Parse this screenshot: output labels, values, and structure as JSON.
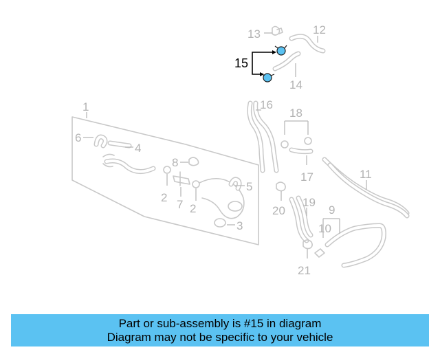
{
  "diagram": {
    "callouts": {
      "c1": "1",
      "c2a": "2",
      "c2b": "2",
      "c3": "3",
      "c4": "4",
      "c5": "5",
      "c6": "6",
      "c7": "7",
      "c8": "8",
      "c9": "9",
      "c10": "10",
      "c11": "11",
      "c12": "12",
      "c13": "13",
      "c14": "14",
      "c15": "15",
      "c16": "16",
      "c17": "17",
      "c18": "18",
      "c19": "19",
      "c20": "20",
      "c21": "21"
    },
    "highlight_color": "#5bc2f2",
    "part_color": "#c8c8c8"
  },
  "banner": {
    "line1": "Part or sub-assembly is #15 in diagram",
    "line2": "Diagram may not be specific to your vehicle",
    "color": "#5bc2f2"
  }
}
